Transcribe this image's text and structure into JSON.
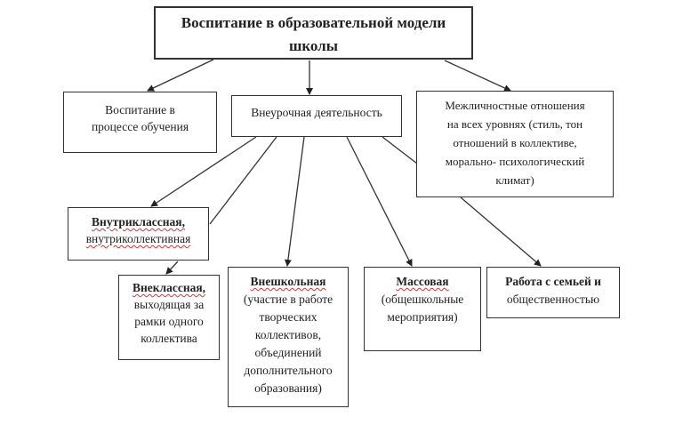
{
  "root": {
    "lines": [
      "Воспитание в образовательной модели",
      "школы"
    ]
  },
  "learning": {
    "lines": [
      "Воспитание в",
      "процессе обучения"
    ]
  },
  "extracurricular": {
    "lines": [
      "Внеурочная деятельность"
    ]
  },
  "interpersonal": {
    "lines": [
      "Межличностные отношения",
      "на всех уровнях (стиль, тон",
      "отношений в коллективе,",
      "морально- психологический",
      "климат)"
    ]
  },
  "intraclass": {
    "title": "Внутриклассная,",
    "lines": [
      "внутриколлективная"
    ]
  },
  "extraclass": {
    "title": "Внеклассная,",
    "lines": [
      "выходящая за",
      "рамки одного",
      "коллектива"
    ]
  },
  "outofschool": {
    "title": "Внешкольная",
    "lines": [
      "(участие в работе",
      "творческих",
      "коллективов,",
      "объединений",
      "дополнительного",
      "образования)"
    ]
  },
  "mass": {
    "title": "Массовая",
    "lines": [
      "(общешкольные",
      "мероприятия)"
    ]
  },
  "family": {
    "title": "Работа с семьей и",
    "lines": [
      "общественностью"
    ]
  }
}
